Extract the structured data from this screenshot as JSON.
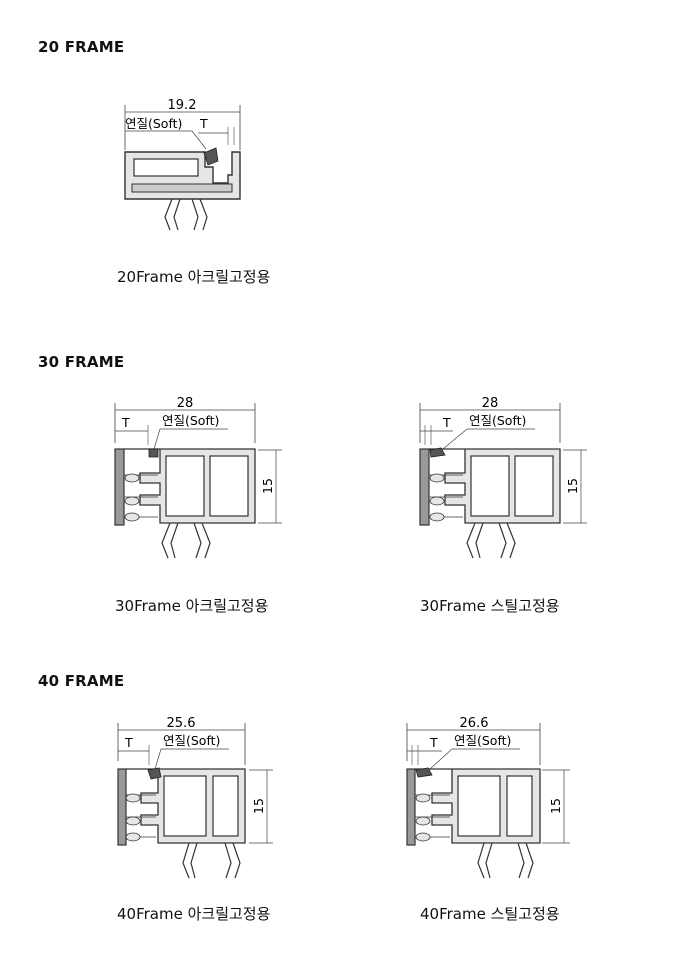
{
  "sections": [
    {
      "heading": "20 FRAME",
      "figures": [
        {
          "caption": "20Frame 아크릴고정용",
          "width_label": "19.2",
          "soft_label": "연질(Soft)",
          "t_label": "T"
        }
      ]
    },
    {
      "heading": "30 FRAME",
      "figures": [
        {
          "caption": "30Frame 아크릴고정용",
          "width_label": "28",
          "soft_label": "연질(Soft)",
          "t_label": "T",
          "height_label": "15"
        },
        {
          "caption": "30Frame 스틸고정용",
          "width_label": "28",
          "soft_label": "연질(Soft)",
          "t_label": "T",
          "height_label": "15"
        }
      ]
    },
    {
      "heading": "40 FRAME",
      "figures": [
        {
          "caption": "40Frame 아크릴고정용",
          "width_label": "25.6",
          "soft_label": "연질(Soft)",
          "t_label": "T",
          "height_label": "15"
        },
        {
          "caption": "40Frame 스틸고정용",
          "width_label": "26.6",
          "soft_label": "연질(Soft)",
          "t_label": "T",
          "height_label": "15"
        }
      ]
    }
  ],
  "colors": {
    "profile_fill": "#e6e6e6",
    "outline": "#333333",
    "gasket": "#555555",
    "acrylic": "#cccccc"
  }
}
